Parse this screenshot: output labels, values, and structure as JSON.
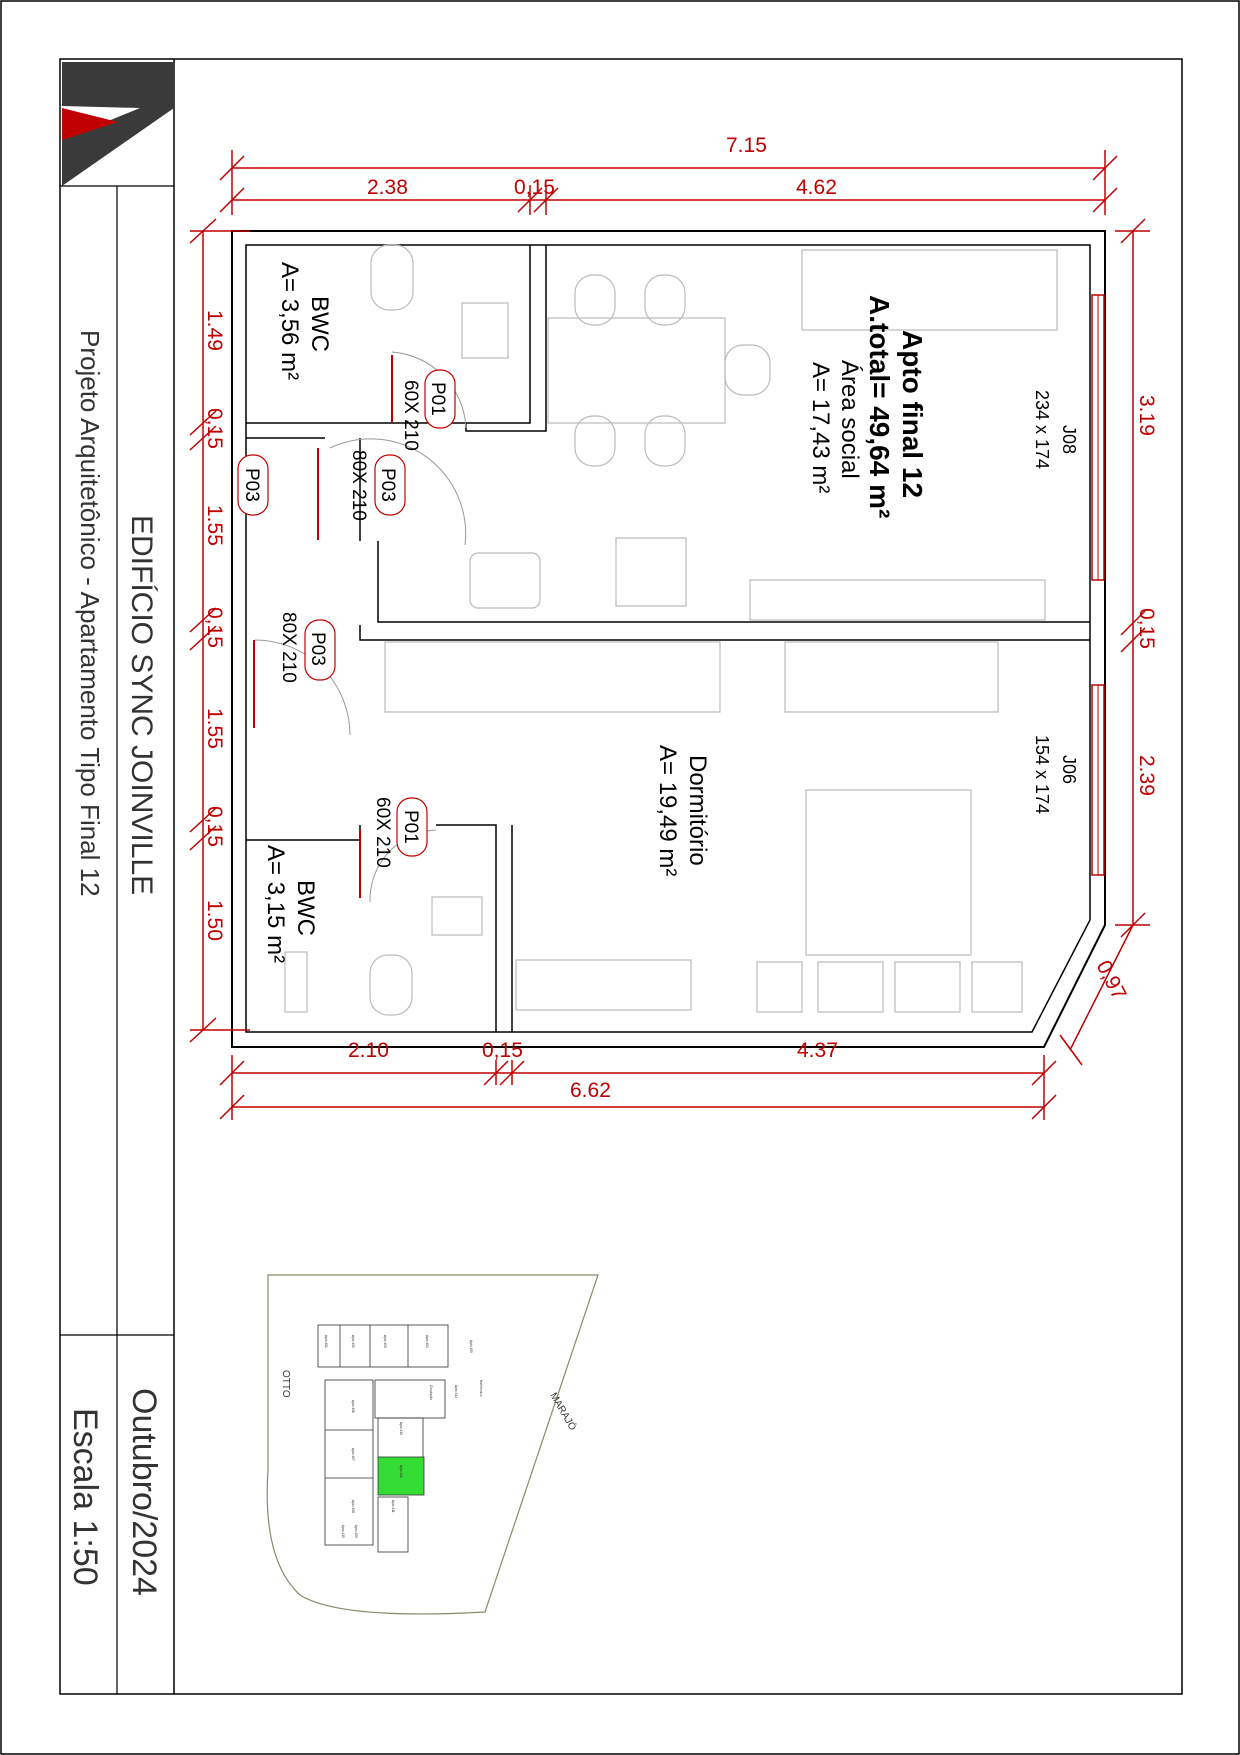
{
  "title_block": {
    "building": "EDIFÍCIO SYNC JOINVILLE",
    "subtitle": "Projeto Arquitetônico - Apartamento Tipo Final 12",
    "date": "Outubro/2024",
    "scale": "Escala 1:50"
  },
  "apartment": {
    "name": "Apto final 12",
    "total_area": "A.total= 49,64 m²"
  },
  "rooms": {
    "social_name": "Área social",
    "social_area": "A= 17,43 m²",
    "bedroom_name": "Dormitório",
    "bedroom_area": "A= 19,49 m²",
    "bath1_name": "BWC",
    "bath1_area": "A= 3,56 m²",
    "bath2_name": "BWC",
    "bath2_area": "A= 3,15 m²"
  },
  "doors": {
    "p01_a": {
      "tag": "P01",
      "size": "60X 210"
    },
    "p03_a": {
      "tag": "P03",
      "size": "80X 210"
    },
    "p03_b": {
      "tag": "P03",
      "size": ""
    },
    "p03_c": {
      "tag": "P03",
      "size": "80X 210"
    },
    "p01_b": {
      "tag": "P01",
      "size": "60X 210"
    }
  },
  "windows": {
    "j08": {
      "tag": "J08",
      "size": "234 x 174"
    },
    "j06": {
      "tag": "J06",
      "size": "154 x 174"
    }
  },
  "dimensions": {
    "top_total": "7.15",
    "top_a": "2.38",
    "top_b": "0,15",
    "top_c": "4.62",
    "bottom_total": "6.62",
    "bottom_a": "2.10",
    "bottom_b": "0,15",
    "bottom_c": "4.37",
    "left_1": "1.49",
    "left_2": "0,15",
    "left_3": "1.55",
    "left_4": "0,15",
    "left_5": "1.55",
    "left_6": "0,15",
    "left_7": "1.50",
    "right_1": "3.19",
    "right_2": "0,15",
    "right_3": "2.39",
    "right_4": "0,97"
  },
  "key_plan": {
    "street_1": "MARAJÓ",
    "street_2": "OTTO",
    "units": [
      "Apto 401",
      "Apto 402",
      "Apto 403",
      "Apto 404",
      "Apto 405",
      "Apto 406",
      "Apto 407",
      "Apto 408",
      "Apto 409",
      "Apto 410",
      "Apto 411",
      "Apto 412",
      "Apto 413",
      "Apto 414",
      "Circulação",
      "Hall técnico"
    ]
  },
  "colors": {
    "dimension": "#c00000",
    "highlight": "#33dd33",
    "logo_dark": "#3a3a3a",
    "logo_red": "#c00000"
  },
  "icons": [
    "logo-chevron-icon"
  ]
}
